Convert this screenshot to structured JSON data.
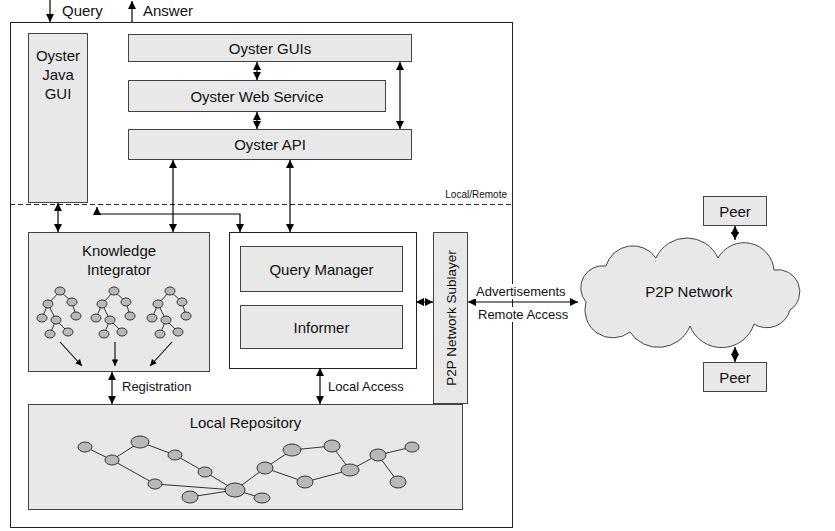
{
  "diagram": {
    "nodes": [
      {
        "text": [
          "Oyster Java GUI"
        ]
      },
      {
        "text": [
          "Oyster GUIs"
        ]
      },
      {
        "text": [
          "Oyster Web Service"
        ]
      },
      {
        "text": [
          "Oyster API"
        ]
      },
      {
        "text": [
          "Knowledge Integrator"
        ]
      },
      {
        "text": [
          "Query Manager"
        ]
      },
      {
        "text": [
          "Informer"
        ]
      },
      {
        "text": [
          "P2P Network Sublayer"
        ]
      },
      {
        "text": [
          "Local Repository"
        ]
      },
      {
        "text": [
          "Peer"
        ]
      },
      {
        "text": [
          "P2P Network"
        ]
      },
      {
        "text": [
          "Peer"
        ]
      }
    ],
    "edges": [
      {
        "from": 0,
        "to": 4,
        "arrow": "both"
      },
      {
        "from": 3,
        "to": 4,
        "arrow": "both"
      },
      {
        "from": 1,
        "to": 2,
        "arrow": "both"
      },
      {
        "from": 2,
        "to": 3,
        "arrow": "both"
      },
      {
        "from": 1,
        "to": 3,
        "arrow": "both"
      },
      {
        "from": 4,
        "to": 8,
        "label": "Registration",
        "arrow": "both"
      },
      {
        "from": 7,
        "to": 10,
        "label": "Advertisements",
        "arrow": "both"
      },
      {
        "from": 9,
        "to": 10,
        "arrow": "both"
      },
      {
        "from": 11,
        "to": 10,
        "arrow": "both"
      }
    ],
    "labels": [
      "Query",
      "Answer",
      "Local/Remote",
      "Local Access",
      "Remote Access"
    ]
  }
}
